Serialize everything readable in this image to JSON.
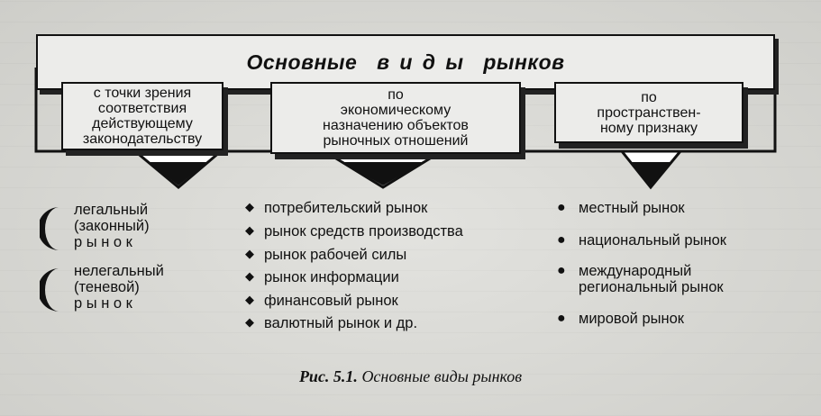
{
  "diagram": {
    "title": "Основные  в и д ы  рынков",
    "categories": [
      {
        "label": "с точки зрения соответствия действующему законодательству",
        "lines": [
          "с точки зрения",
          "соответствия",
          "действующему",
          "законодательству"
        ],
        "items": [
          {
            "lines": [
              "легальный",
              "(законный)",
              "р ы н о к"
            ]
          },
          {
            "lines": [
              "нелегальный",
              "(теневой)",
              "р ы н о к"
            ]
          }
        ]
      },
      {
        "label": "по экономическому назначению объектов рыночных отношений",
        "lines": [
          "по",
          "экономическому",
          "назначению объектов",
          "рыночных отношений"
        ],
        "items": [
          {
            "text": "потребительский рынок"
          },
          {
            "text": "рынок средств производства"
          },
          {
            "text": "рынок рабочей силы"
          },
          {
            "text": "рынок информации"
          },
          {
            "text": "финансовый рынок"
          },
          {
            "text": "валютный рынок и др."
          }
        ]
      },
      {
        "label": "по пространственному признаку",
        "lines": [
          "по",
          "пространствен-",
          "ному признаку"
        ],
        "items": [
          {
            "text": "местный рынок"
          },
          {
            "lines": [
              "национальный рынок"
            ]
          },
          {
            "lines": [
              "международный",
              "региональный рынок"
            ]
          },
          {
            "text": "мировой рынок"
          }
        ]
      }
    ]
  },
  "caption": {
    "figure": "Рис. 5.1.",
    "text": "Основные виды рынков"
  },
  "icons": {
    "legal_bullet": "crescent-icon",
    "economic_bullet": "diamond-bullet-icon",
    "spatial_bullet": "dot-bullet-icon"
  }
}
